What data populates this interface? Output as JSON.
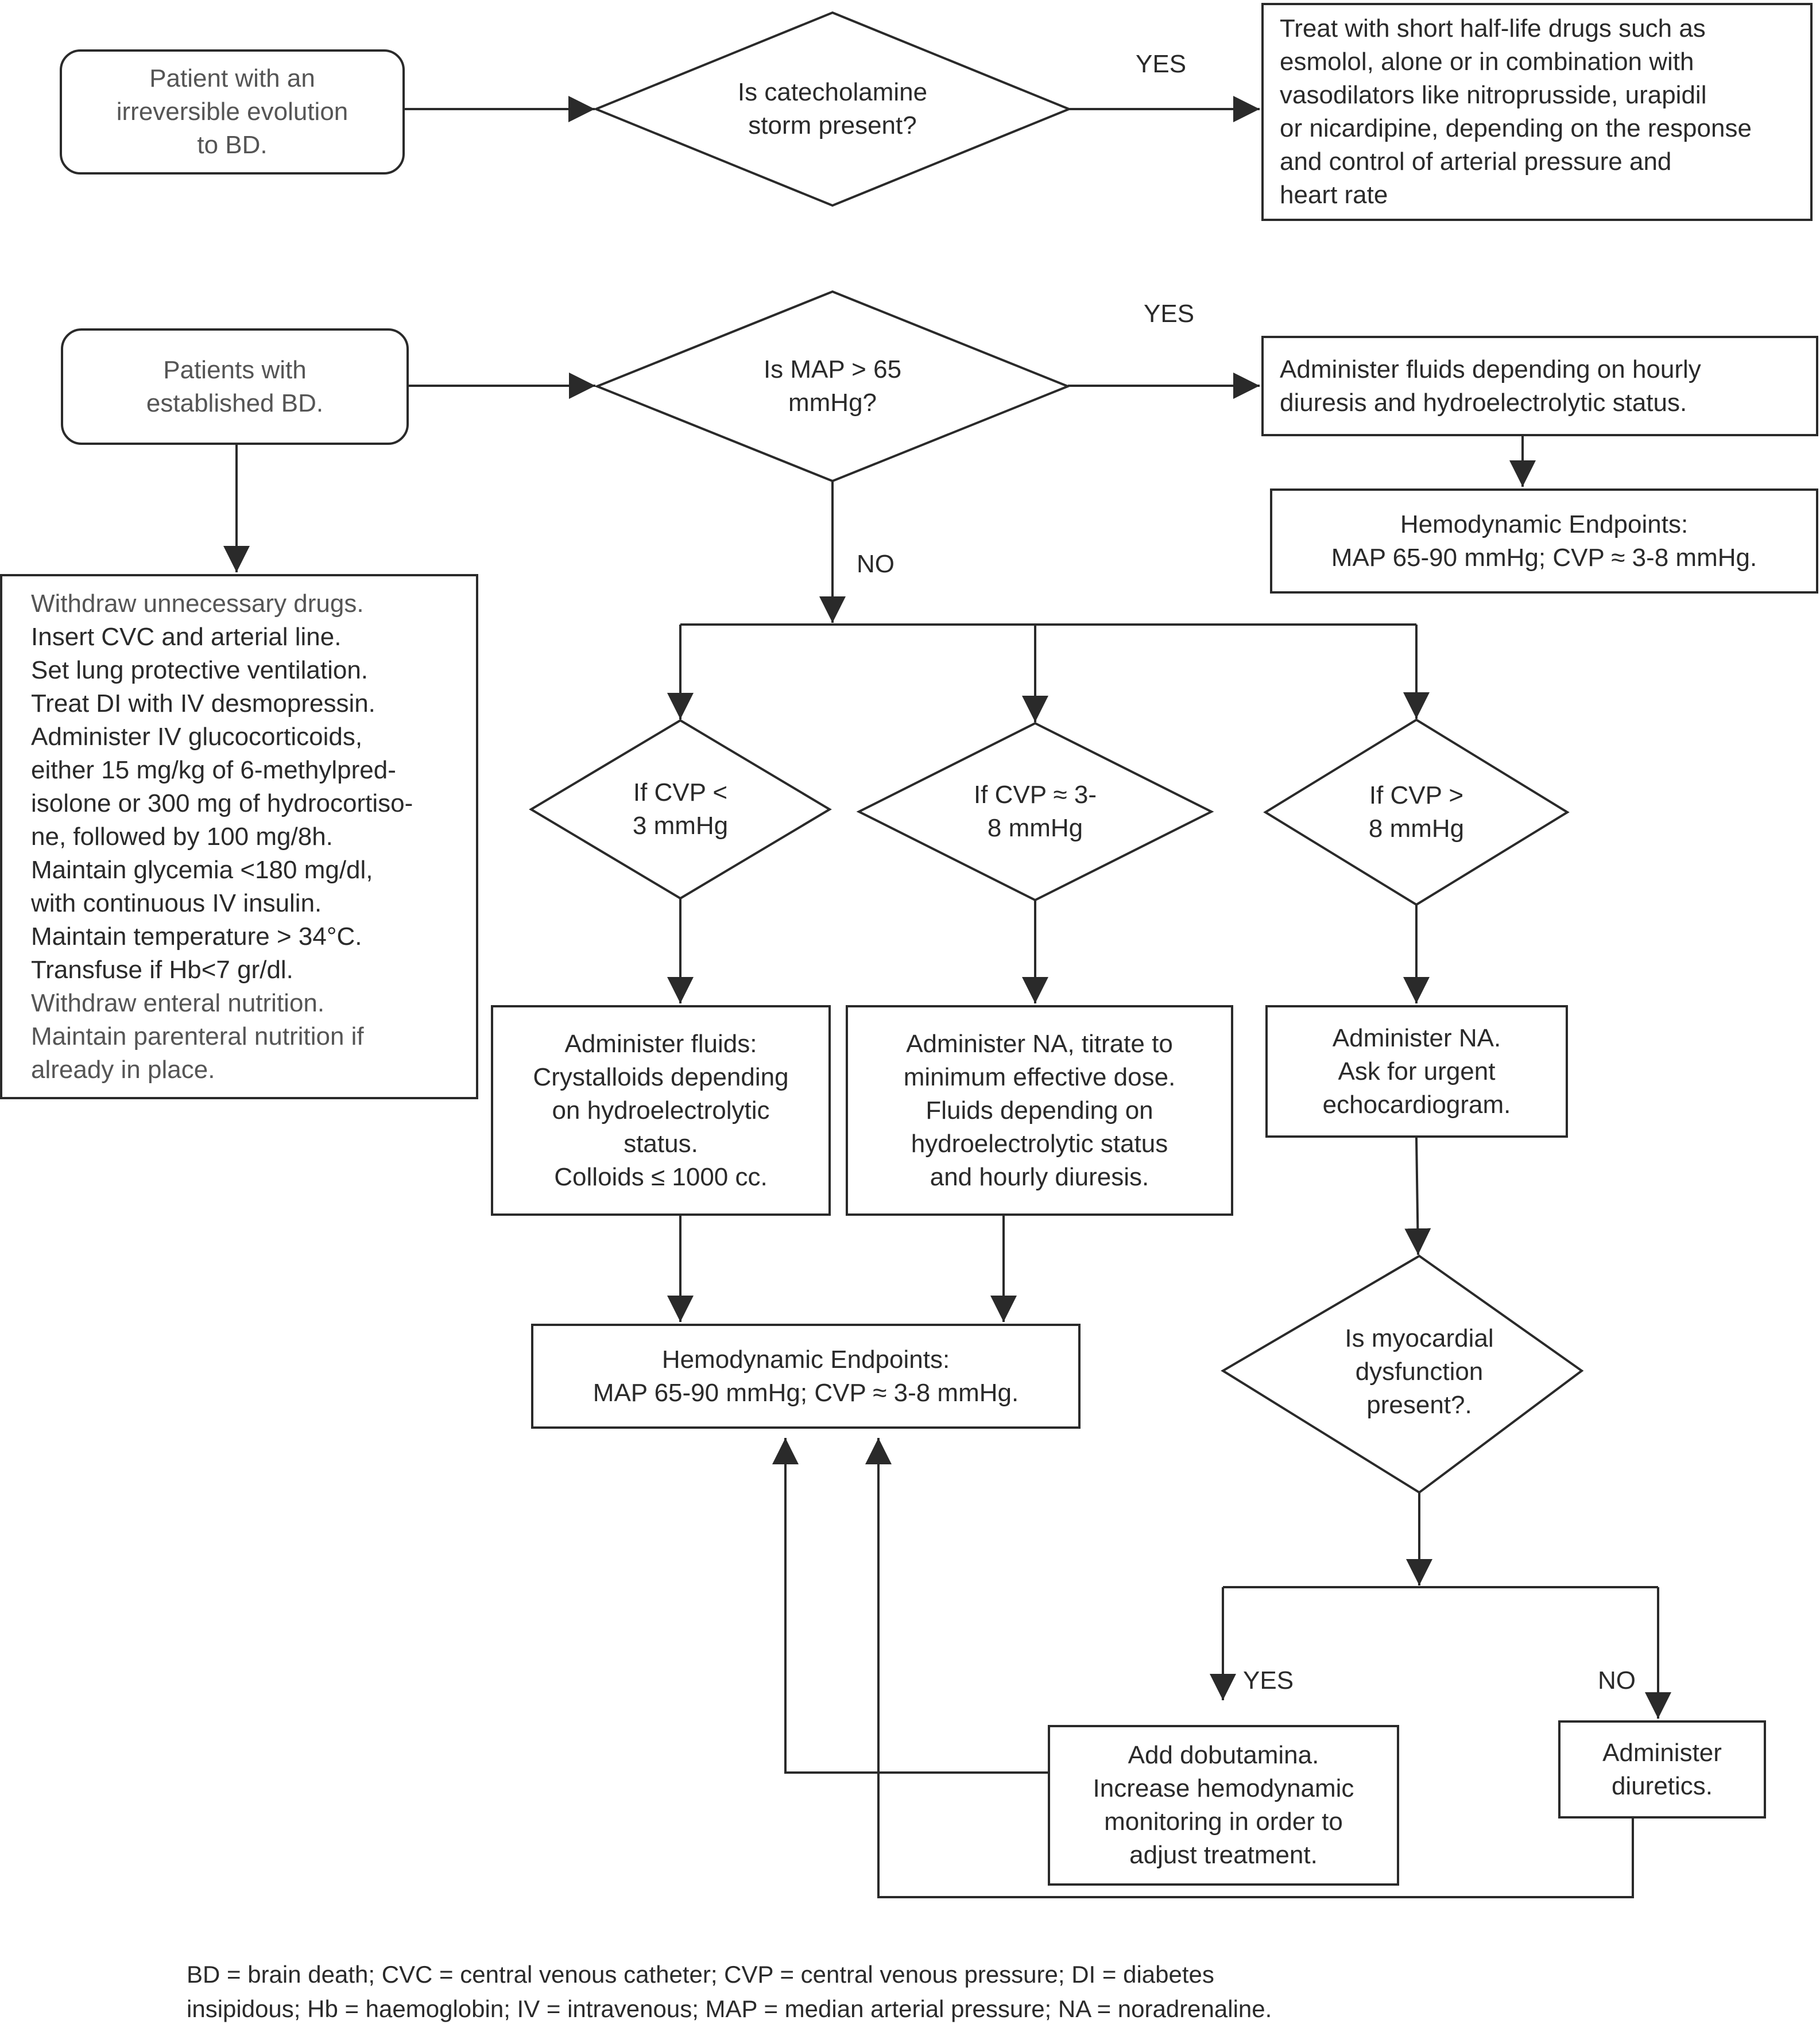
{
  "nodes": {
    "irreversible": [
      "Patient with an",
      "irreversible evolution",
      "to BD."
    ],
    "catecholamine_q": [
      "Is catecholamine",
      "storm present?"
    ],
    "short_halflife": [
      "Treat with short half-life drugs such as",
      "esmolol, alone or in combination with",
      "vasodilators like nitroprusside, urapidil",
      "or nicardipine, depending on the response",
      "and control of arterial pressure and",
      "heart rate"
    ],
    "established": [
      "Patients with",
      "established BD."
    ],
    "map_q": [
      "Is MAP > 65",
      "mmHg?"
    ],
    "admin_fluids_top": [
      "Administer fluids depending on hourly",
      "diuresis and hydroelectrolytic status."
    ],
    "endpoints_top": [
      "Hemodynamic Endpoints:",
      "MAP 65-90 mmHg; CVP ≈  3-8 mmHg."
    ],
    "measures": [
      "Withdraw unnecessary drugs.",
      "Insert CVC and arterial line.",
      "Set lung protective ventilation.",
      "Treat DI with IV desmopressin.",
      "Administer IV glucocorticoids,",
      "either 15 mg/kg of 6-methylpred-",
      "isolone or 300 mg of hydrocortiso-",
      "ne, followed by 100 mg/8h.",
      "Maintain glycemia <180 mg/dl,",
      "with continuous IV insulin.",
      "Maintain temperature > 34°C.",
      "Transfuse if Hb<7 gr/dl.",
      "Withdraw enteral nutrition.",
      "Maintain parenteral nutrition if",
      "already in place."
    ],
    "cvp_low_q": [
      "If CVP <",
      "3 mmHg"
    ],
    "cvp_mid_q": [
      "If CVP ≈ 3-",
      "8 mmHg"
    ],
    "cvp_high_q": [
      "If CVP >",
      "8 mmHg"
    ],
    "fluids_box": [
      "Administer fluids:",
      "Crystalloids depending",
      "on hydroelectrolytic",
      "status.",
      "Colloids ≤ 1000 cc."
    ],
    "na_titrate": [
      "Administer NA, titrate to",
      "minimum effective dose.",
      "Fluids depending on",
      "hydroelectrolytic status",
      "and hourly diuresis."
    ],
    "na_echo": [
      "Administer NA.",
      "Ask for urgent",
      "echocardiogram."
    ],
    "endpoints_bottom": [
      "Hemodynamic Endpoints:",
      "MAP 65-90 mmHg; CVP ≈  3-8 mmHg."
    ],
    "myocardial_q": [
      "Is myocardial",
      "dysfunction",
      "present?."
    ],
    "dobutamine": [
      "Add dobutamina.",
      "Increase hemodynamic",
      "monitoring in order to",
      "adjust treatment."
    ],
    "diuretics": [
      "Administer",
      "diuretics."
    ]
  },
  "branch_labels": {
    "yes_catecholamine": "YES",
    "yes_map": "YES",
    "no_map": "NO",
    "yes_myocardial": "YES",
    "no_myocardial": "NO"
  },
  "footnote": [
    "BD = brain death; CVC = central venous catheter; CVP = central venous pressure; DI = diabetes",
    "insipidous; Hb = haemoglobin; IV = intravenous; MAP = median arterial pressure; NA = noradrenaline."
  ]
}
